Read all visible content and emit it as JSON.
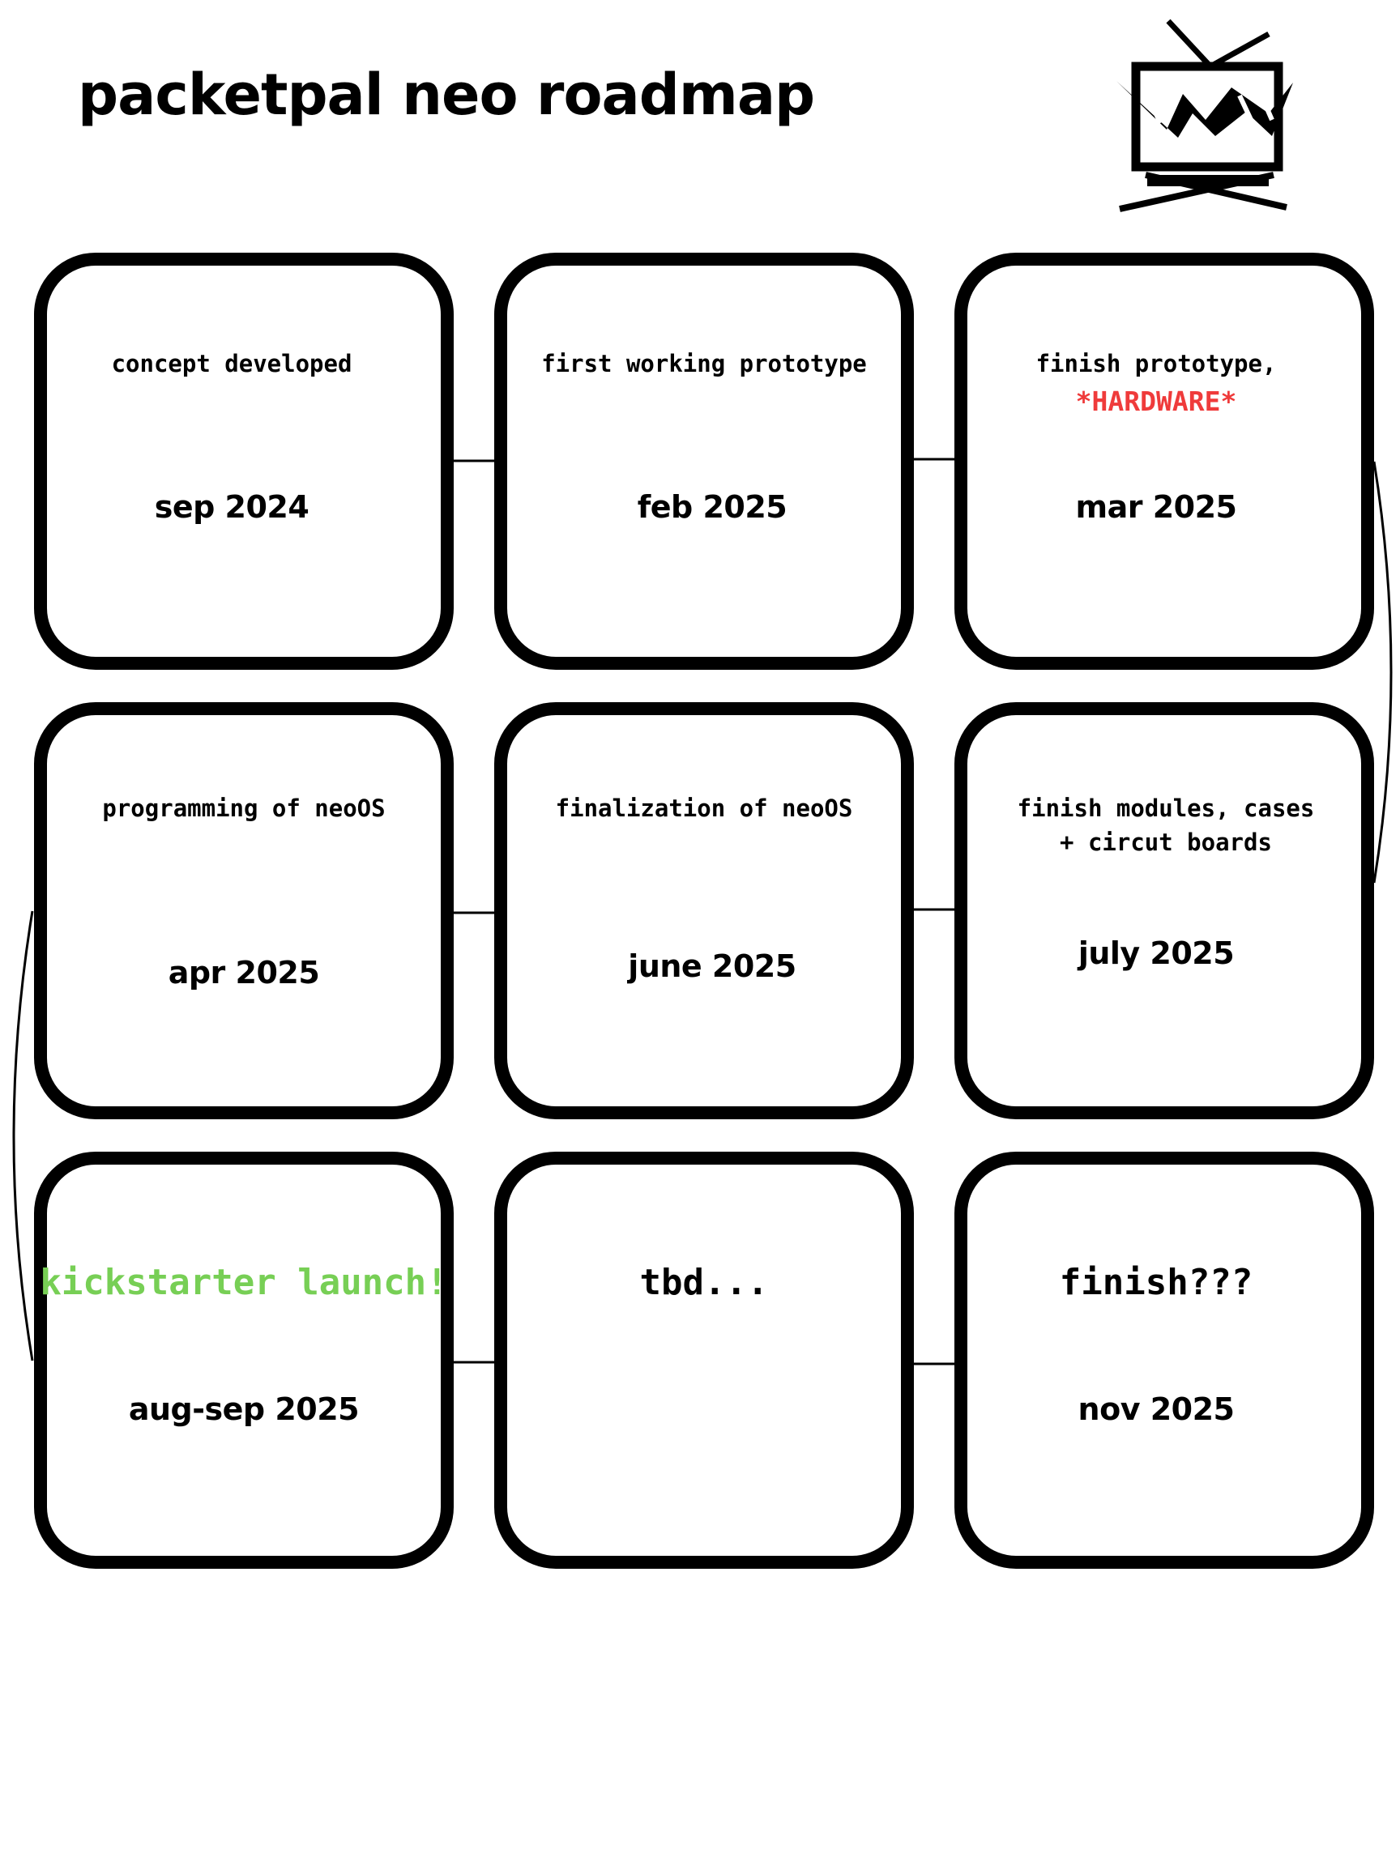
{
  "title": "packetpal neo roadmap",
  "logo": {
    "icon": "retro-tv-icon"
  },
  "colors": {
    "hardware_note": "#ef3b3b",
    "kickstarter": "#77cf55",
    "border": "#000000"
  },
  "milestones": [
    {
      "task": "concept developed",
      "date": "sep 2024"
    },
    {
      "task": "first working prototype",
      "date": "feb 2025"
    },
    {
      "task": "finish prototype,",
      "note": "*HARDWARE*",
      "date": "mar 2025"
    },
    {
      "task": "programming of neoOS",
      "date": "apr 2025"
    },
    {
      "task": "finalization of neoOS",
      "date": "june 2025"
    },
    {
      "task": "finish modules, cases\n+ circut boards",
      "date": "july 2025"
    },
    {
      "task": "kickstarter launch!",
      "date": "aug-sep 2025"
    },
    {
      "task": "tbd...",
      "date": ""
    },
    {
      "task": "finish???",
      "date": "nov 2025"
    }
  ]
}
